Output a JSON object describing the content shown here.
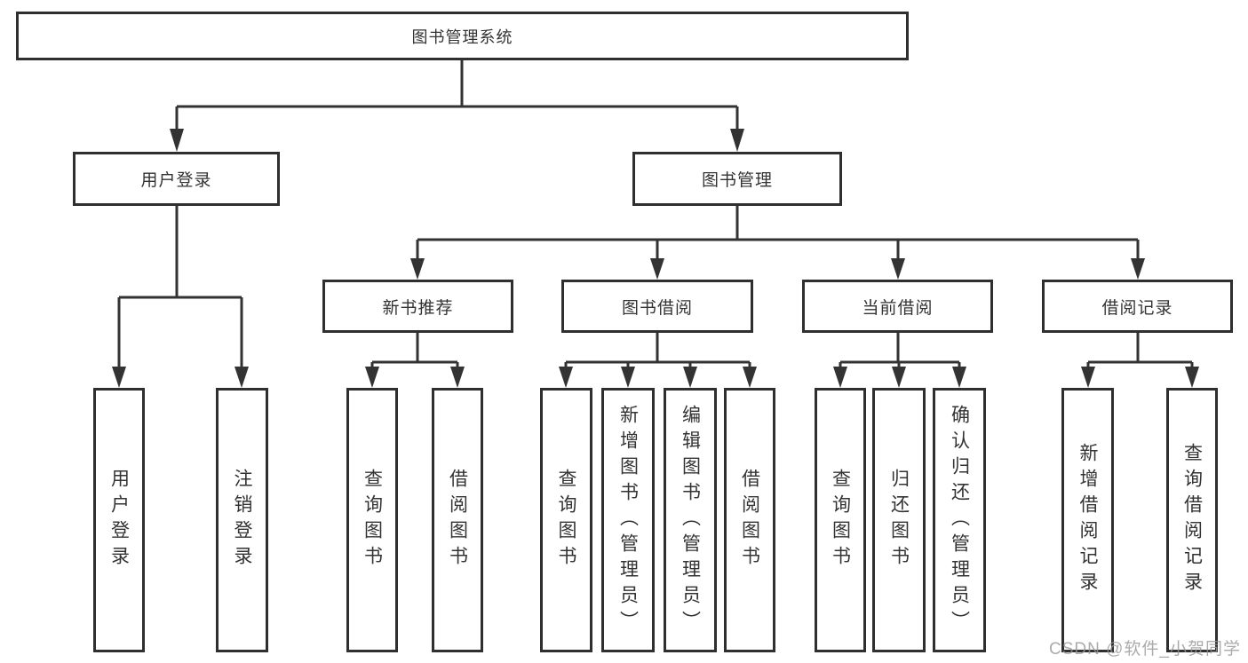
{
  "root": {
    "label": "图书管理系统"
  },
  "branches": [
    {
      "label": "用户登录",
      "children": [
        {
          "label": "用户登录"
        },
        {
          "label": "注销登录"
        }
      ]
    },
    {
      "label": "图书管理",
      "children": [
        {
          "label": "新书推荐",
          "children": [
            {
              "label": "查询图书"
            },
            {
              "label": "借阅图书"
            }
          ]
        },
        {
          "label": "图书借阅",
          "children": [
            {
              "label": "查询图书"
            },
            {
              "label": "新增图书（管理员）"
            },
            {
              "label": "编辑图书（管理员）"
            },
            {
              "label": "借阅图书"
            }
          ]
        },
        {
          "label": "当前借阅",
          "children": [
            {
              "label": "查询图书"
            },
            {
              "label": "归还图书"
            },
            {
              "label": "确认归还（管理员）"
            }
          ]
        },
        {
          "label": "借阅记录",
          "children": [
            {
              "label": "新增借阅记录"
            },
            {
              "label": "查询借阅记录"
            }
          ]
        }
      ]
    }
  ],
  "watermark": "CSDN @软件_小贺同学",
  "colors": {
    "line": "#333333",
    "box_border": "#2f2f2f",
    "watermark": "#969696"
  }
}
